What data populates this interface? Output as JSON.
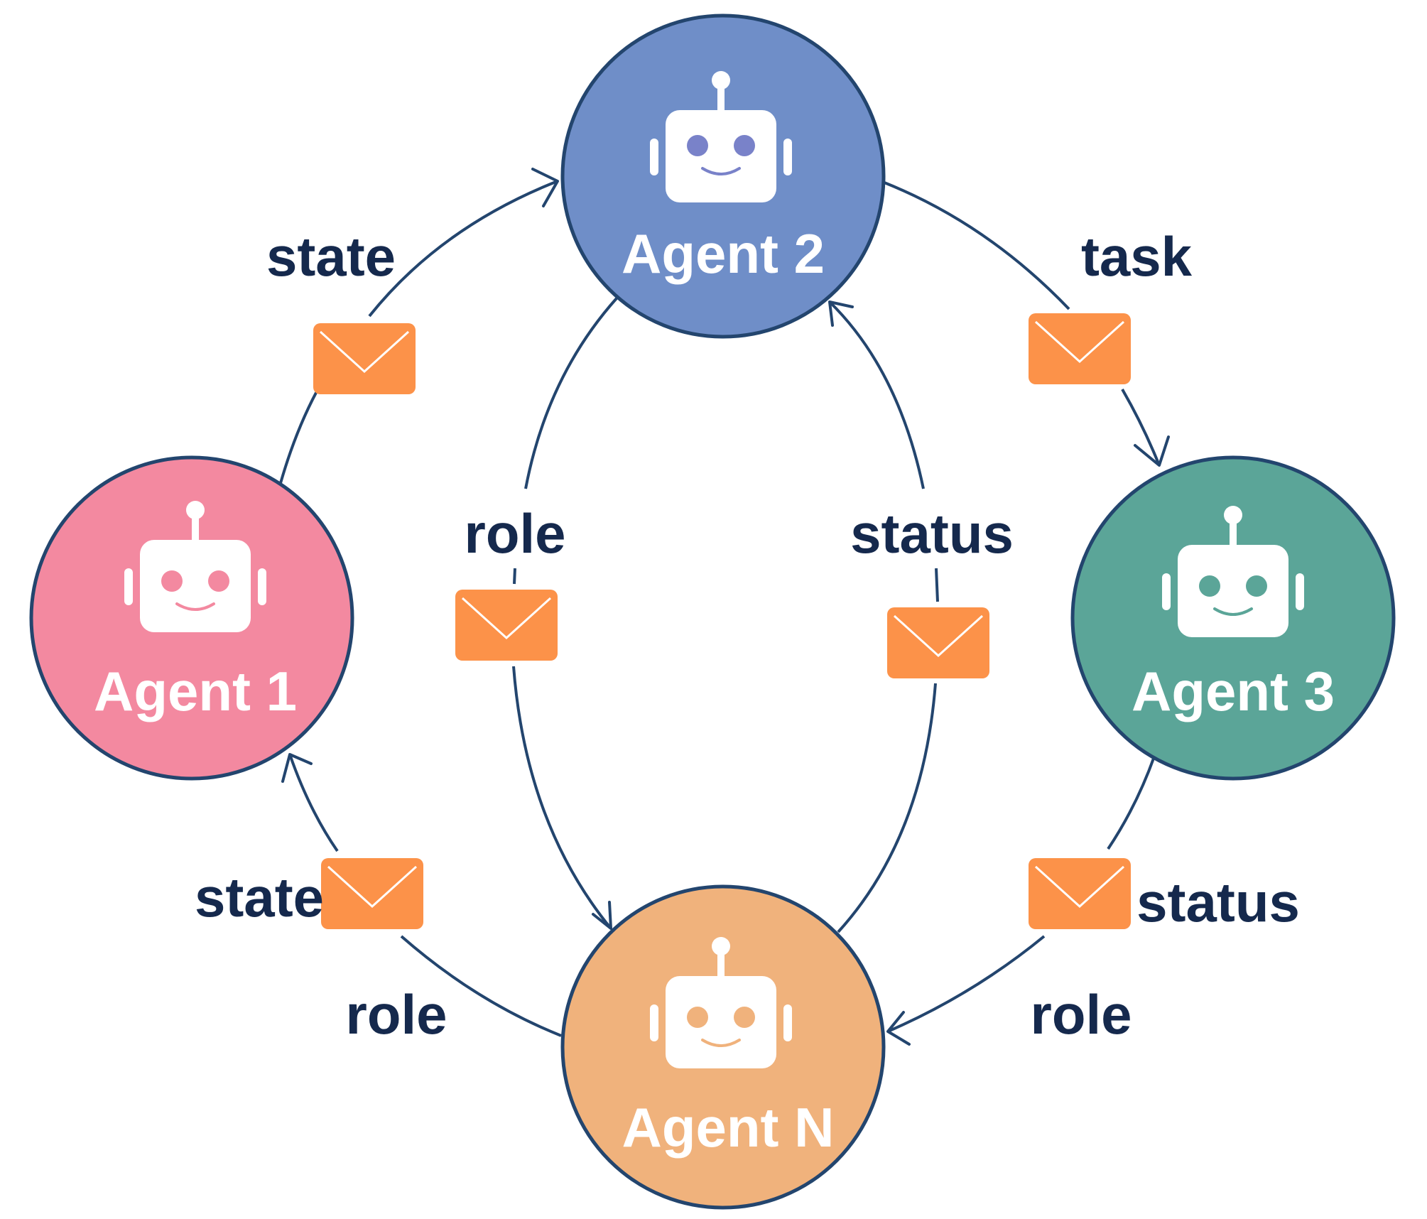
{
  "agents": [
    {
      "id": "agent1",
      "label": "Agent 1",
      "color": "#f389a0"
    },
    {
      "id": "agent2",
      "label": "Agent 2",
      "color": "#6f8ec8"
    },
    {
      "id": "agent3",
      "label": "Agent 3",
      "color": "#5ba598"
    },
    {
      "id": "agentN",
      "label": "Agent N",
      "color": "#f0b27c"
    }
  ],
  "eye_colors": {
    "agent1": "#f389a0",
    "agent2": "#7982c9",
    "agent3": "#5ba598",
    "agentN": "#f0b27c"
  },
  "messages": {
    "a1_to_a2": "state",
    "a2_to_a3": "task",
    "a2_to_aN": "role",
    "aN_to_a2": "status",
    "aN_to_a1_state": "state",
    "aN_to_a1_role": "role",
    "a3_to_aN_status": "status",
    "a3_to_aN_role": "role"
  },
  "colors": {
    "edge": "#23456e",
    "label_text": "#15294d",
    "envelope": "#fc9249"
  },
  "icons": {
    "agent": "robot-icon",
    "message": "envelope-icon"
  }
}
